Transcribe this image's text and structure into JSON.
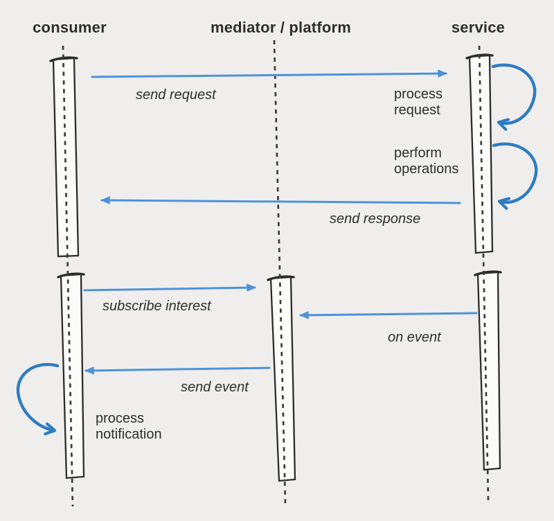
{
  "diagram_type": "uml-sequence-diagram",
  "colors": {
    "bg": "#efeeec",
    "text": "#2e2e2e",
    "ink": "#2c2c2c",
    "barfill": "#fbfbfa",
    "lifeline": "#3b3b3b",
    "arrow": "#4d92d8",
    "loop": "#2e7cc3"
  },
  "actors": [
    {
      "id": "consumer",
      "label": "consumer"
    },
    {
      "id": "mediator",
      "label": "mediator / platform"
    },
    {
      "id": "service",
      "label": "service"
    }
  ],
  "messages": [
    {
      "id": "send-request",
      "label": "send request",
      "from": "consumer",
      "to": "service"
    },
    {
      "id": "send-response",
      "label": "send response",
      "from": "service",
      "to": "consumer"
    },
    {
      "id": "subscribe-interest",
      "label": "subscribe interest",
      "from": "consumer",
      "to": "mediator"
    },
    {
      "id": "on-event",
      "label": "on event",
      "from": "service",
      "to": "mediator"
    },
    {
      "id": "send-event",
      "label": "send event",
      "from": "mediator",
      "to": "consumer"
    }
  ],
  "self_actions": [
    {
      "id": "process-request",
      "label": "process request",
      "actor": "service"
    },
    {
      "id": "perform-operations",
      "label": "perform operations",
      "actor": "service"
    },
    {
      "id": "process-notification",
      "label": "process notification",
      "actor": "consumer"
    }
  ]
}
